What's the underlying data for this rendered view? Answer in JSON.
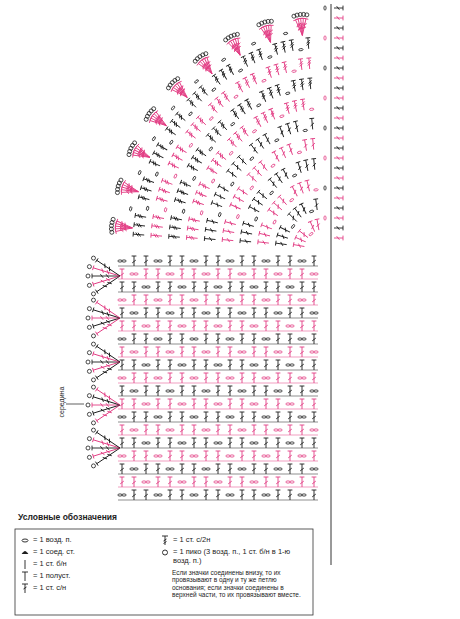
{
  "diagram": {
    "labels": [
      "середина",
      "Условные обозначения",
      "Если значки соединены внизу, то их провязывают в одну и ту же петлю основания; если значки соединены в верхней части, то их провязывают вместе."
    ],
    "legend": [
      {
        "text": "= 1 возд. п."
      },
      {
        "text": "= 1 соед. ст."
      },
      {
        "text": "= 1 ст. б/н"
      },
      {
        "text": "= 1 полуст."
      },
      {
        "text": "= 1 ст. с/н"
      },
      {
        "text": "= 1 ст. с/2н"
      },
      {
        "text": "= 1 пико (3 возд. п., 1 ст. б/н в 1-ю возд. п.)"
      }
    ]
  }
}
